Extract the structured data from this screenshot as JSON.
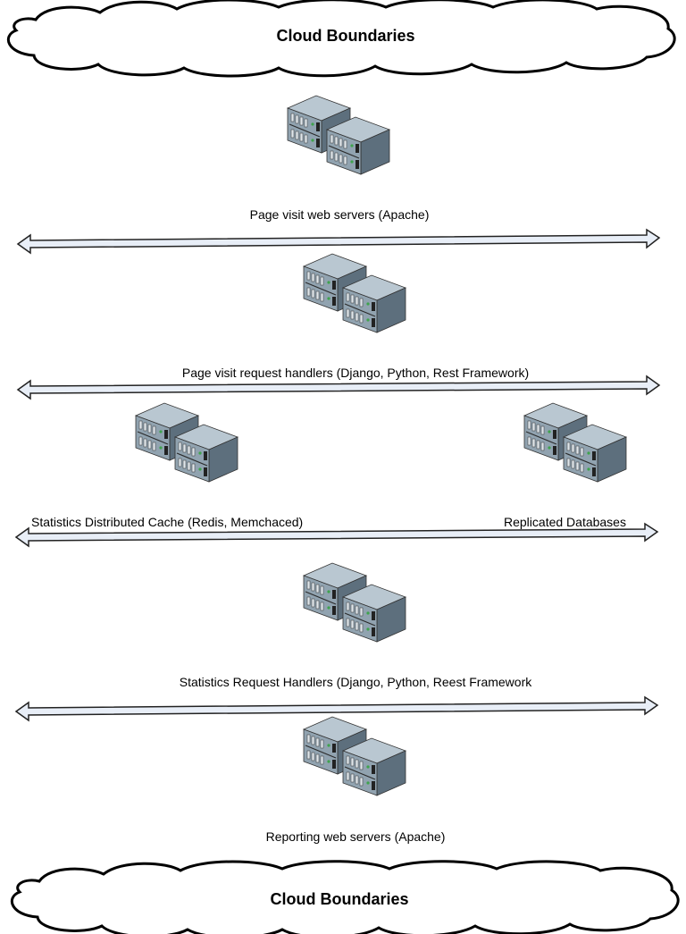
{
  "clouds": {
    "top": "Cloud Boundaries",
    "bottom": "Cloud Boundaries"
  },
  "tiers": {
    "page_visit_web": "Page visit web servers (Apache)",
    "page_visit_handlers": "Page visit request handlers (Django, Python, Rest Framework)",
    "cache": "Statistics Distributed Cache (Redis, Memchaced)",
    "databases": "Replicated  Databases",
    "stats_handlers": "Statistics Request Handlers (Django, Python, Reest Framework",
    "reporting_web": "Reporting web servers (Apache)"
  },
  "icons": {
    "server": "server-rack-icon",
    "arrow": "double-headed-arrow"
  },
  "colors": {
    "rack_top": "#b7c5cf",
    "rack_front": "#8fa2af",
    "rack_side": "#5f7281",
    "arrow_fill": "#e8eef7",
    "outline": "#000000"
  }
}
